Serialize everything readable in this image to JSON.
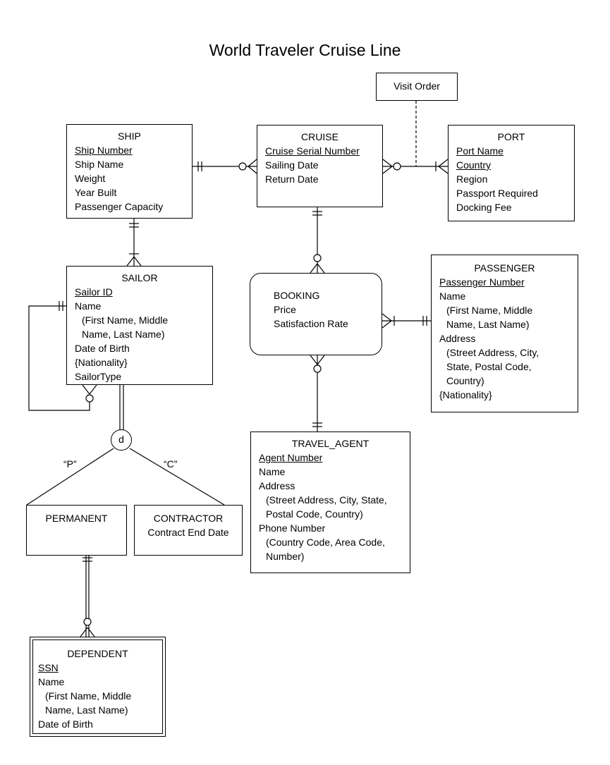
{
  "title": "World Traveler Cruise Line",
  "entities": {
    "ship": {
      "name": "SHIP",
      "attrs": [
        "Ship Number",
        "Ship Name",
        "Weight",
        "Year Built",
        "Passenger Capacity"
      ]
    },
    "cruise": {
      "name": "CRUISE",
      "attrs": [
        "Cruise Serial Number",
        "Sailing Date",
        "Return Date"
      ]
    },
    "port": {
      "name": "PORT",
      "attrs": [
        "Port Name",
        "Country",
        "Region",
        "Passport Required",
        "Docking Fee"
      ]
    },
    "visit_order": {
      "name": "Visit Order"
    },
    "sailor": {
      "name": "SAILOR",
      "attrs": [
        "Sailor ID",
        "Name",
        "(First Name, Middle",
        "Name, Last Name)",
        "Date of Birth",
        "{Nationality}",
        "SailorType"
      ]
    },
    "booking": {
      "name": "BOOKING",
      "attrs": [
        "Price",
        "Satisfaction Rate"
      ]
    },
    "passenger": {
      "name": "PASSENGER",
      "attrs": [
        "Passenger Number",
        "Name",
        "(First Name, Middle",
        "Name, Last Name)",
        "Address",
        "(Street Address, City,",
        "State, Postal Code,",
        "Country)",
        "{Nationality}"
      ]
    },
    "travel_agent": {
      "name": "TRAVEL_AGENT",
      "attrs": [
        "Agent Number",
        "Name",
        "Address",
        "(Street Address, City, State,",
        "Postal Code, Country)",
        "Phone Number",
        "(Country Code, Area Code,",
        "Number)"
      ]
    },
    "permanent": {
      "name": "PERMANENT"
    },
    "contractor": {
      "name": "CONTRACTOR",
      "attrs": [
        "Contract End Date"
      ]
    },
    "dependent": {
      "name": "DEPENDENT",
      "attrs": [
        "SSN",
        "Name",
        "(First Name, Middle",
        "Name, Last Name)",
        "Date of Birth"
      ]
    }
  },
  "subtype": {
    "symbol": "d",
    "label_p": "“P”",
    "label_c": "“C”"
  }
}
